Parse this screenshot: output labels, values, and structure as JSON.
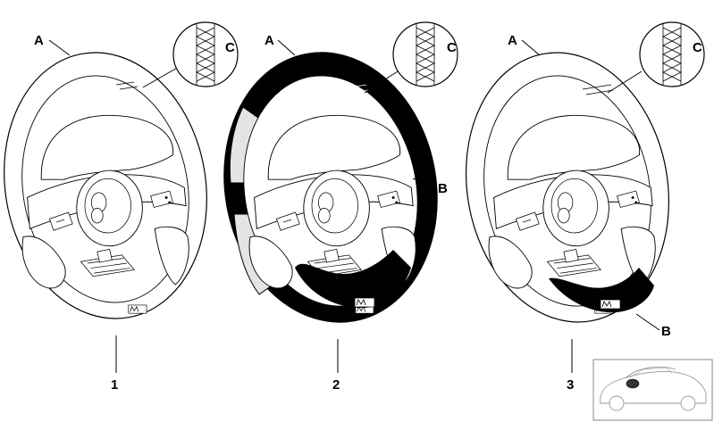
{
  "wheels": [
    {
      "number": "1",
      "labels": [
        "A",
        "C"
      ]
    },
    {
      "number": "2",
      "labels": [
        "A",
        "C",
        "B"
      ]
    },
    {
      "number": "3",
      "labels": [
        "A",
        "C",
        "B"
      ]
    }
  ]
}
